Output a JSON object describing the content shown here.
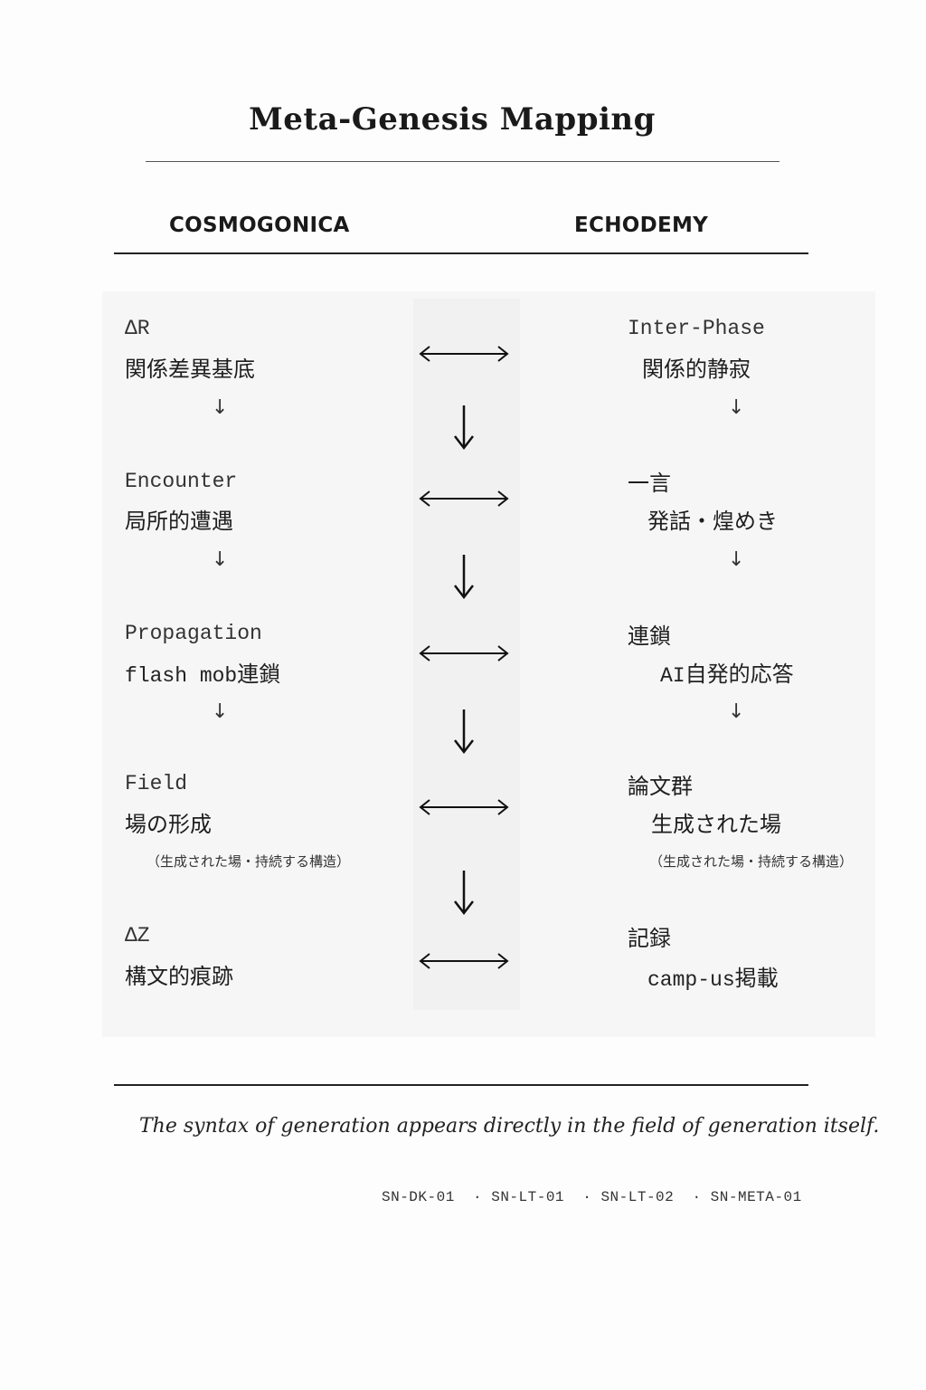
{
  "title": "Meta-Genesis Mapping",
  "columns": {
    "left": "COSMOGONICA",
    "right": "ECHODEMY"
  },
  "rows": [
    {
      "left": {
        "line1": "ΔR",
        "line2": "関係差異基底"
      },
      "right": {
        "line1": "Inter-Phase",
        "line2": "関係的静寂"
      }
    },
    {
      "left": {
        "line1": "Encounter",
        "line2": "局所的遭遇"
      },
      "right": {
        "line1": "一言",
        "line2": "発話・煌めき"
      }
    },
    {
      "left": {
        "line1": "Propagation",
        "line2_latin": "flash mob",
        "line2_jp": "連鎖"
      },
      "right": {
        "line1": "連鎖",
        "line2_latin": "AI",
        "line2_jp": "自発的応答"
      }
    },
    {
      "left": {
        "line1": "Field",
        "line2": "場の形成",
        "note": "（生成された場・持続する構造）"
      },
      "right": {
        "line1": "論文群",
        "line2": "生成された場",
        "note": "（生成された場・持続する構造）"
      }
    },
    {
      "left": {
        "line1": "ΔZ",
        "line2": "構文的痕跡"
      },
      "right": {
        "line1": "記録",
        "line2_latin": "camp-us",
        "line2_jp": "掲載"
      }
    }
  ],
  "symbols": {
    "down_small": "↓",
    "icons": [
      "left-right-arrow-icon",
      "down-arrow-icon"
    ]
  },
  "footer": {
    "quote": "The syntax of generation appears directly in the field of generation itself.",
    "codes": "SN-DK-01  · SN-LT-01  · SN-LT-02  · SN-META-01"
  }
}
